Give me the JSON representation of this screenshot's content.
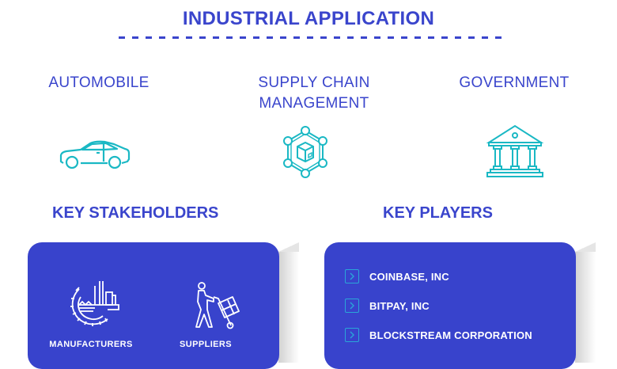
{
  "header": {
    "title": "INDUSTRIAL APPLICATION"
  },
  "applications": [
    {
      "label": "AUTOMOBILE",
      "icon": "car-icon"
    },
    {
      "label_line1": "SUPPLY CHAIN",
      "label_line2": "MANAGEMENT",
      "icon": "supply-chain-network-icon"
    },
    {
      "label": "GOVERNMENT",
      "icon": "government-building-icon"
    }
  ],
  "stakeholders": {
    "title": "KEY STAKEHOLDERS",
    "items": [
      {
        "label": "MANUFACTURERS",
        "icon": "factory-gear-icon"
      },
      {
        "label": "SUPPLIERS",
        "icon": "hand-truck-worker-icon"
      }
    ]
  },
  "players": {
    "title": "KEY PLAYERS",
    "items": [
      {
        "label": "COINBASE, INC"
      },
      {
        "label": "BITPAY, INC"
      },
      {
        "label": "BLOCKSTREAM CORPORATION"
      }
    ]
  },
  "colors": {
    "primary": "#3a45cc",
    "panel": "#3843cc",
    "icon_teal": "#1ab8c4",
    "chevron": "#2aa6d8",
    "background": "#ffffff"
  }
}
